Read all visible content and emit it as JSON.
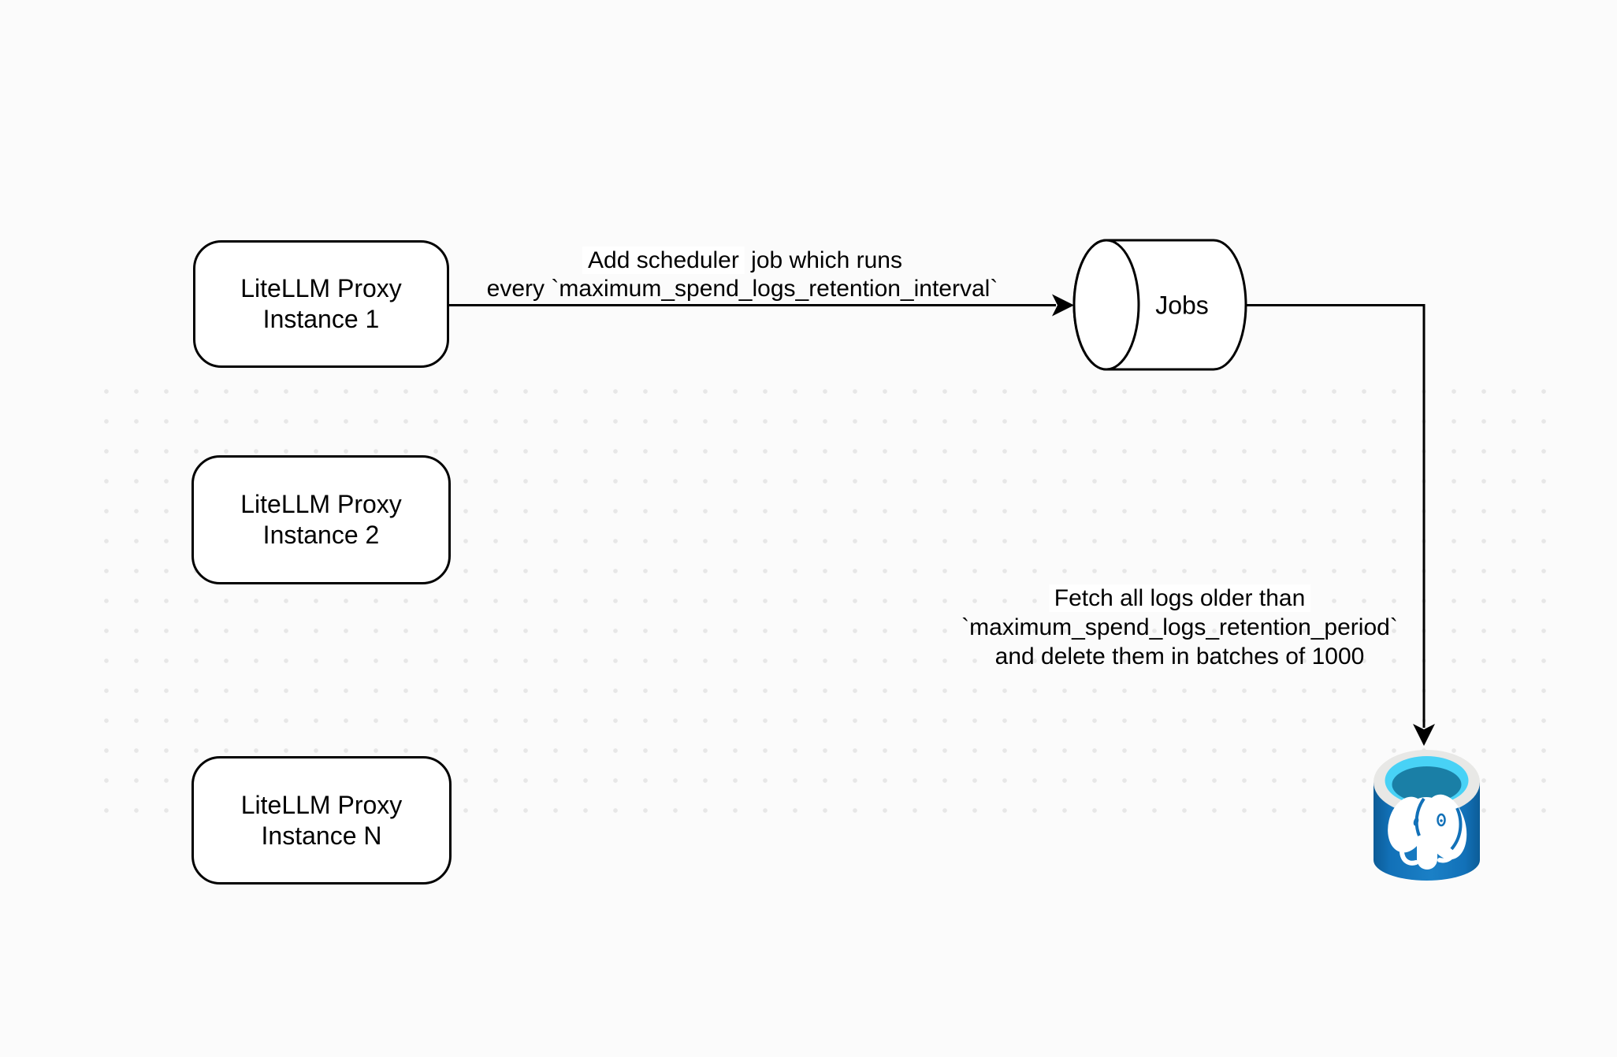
{
  "diagram": {
    "colors": {
      "background": "#fbfbfb",
      "dot_grid": "#e7e7e7",
      "stroke": "#000000",
      "node_fill": "#ffffff",
      "label_highlight": "#ffffff",
      "postgres_body": "#1373bd",
      "postgres_body_edge": "#0c5c97",
      "postgres_rim": "#e8e8e6",
      "postgres_ring": "#48d2f6",
      "postgres_inner": "#1a7fa6",
      "postgres_elephant": "#ffffff"
    },
    "nodes": {
      "instance1": {
        "line1": "LiteLLM Proxy",
        "line2": "Instance 1"
      },
      "instance2": {
        "line1": "LiteLLM Proxy",
        "line2": "Instance 2"
      },
      "instance_n": {
        "line1": "LiteLLM Proxy",
        "line2": "Instance N"
      },
      "jobs": {
        "label": "Jobs"
      }
    },
    "edge_labels": {
      "scheduler": {
        "line1_highlight": "Add scheduler",
        "line1_rest": " job which runs",
        "line2": "every `maximum_spend_logs_retention_interval`"
      },
      "fetch": {
        "line1": "Fetch all logs older than",
        "line2": "`maximum_spend_logs_retention_period`",
        "line3": "and delete them in batches of 1000"
      }
    }
  }
}
